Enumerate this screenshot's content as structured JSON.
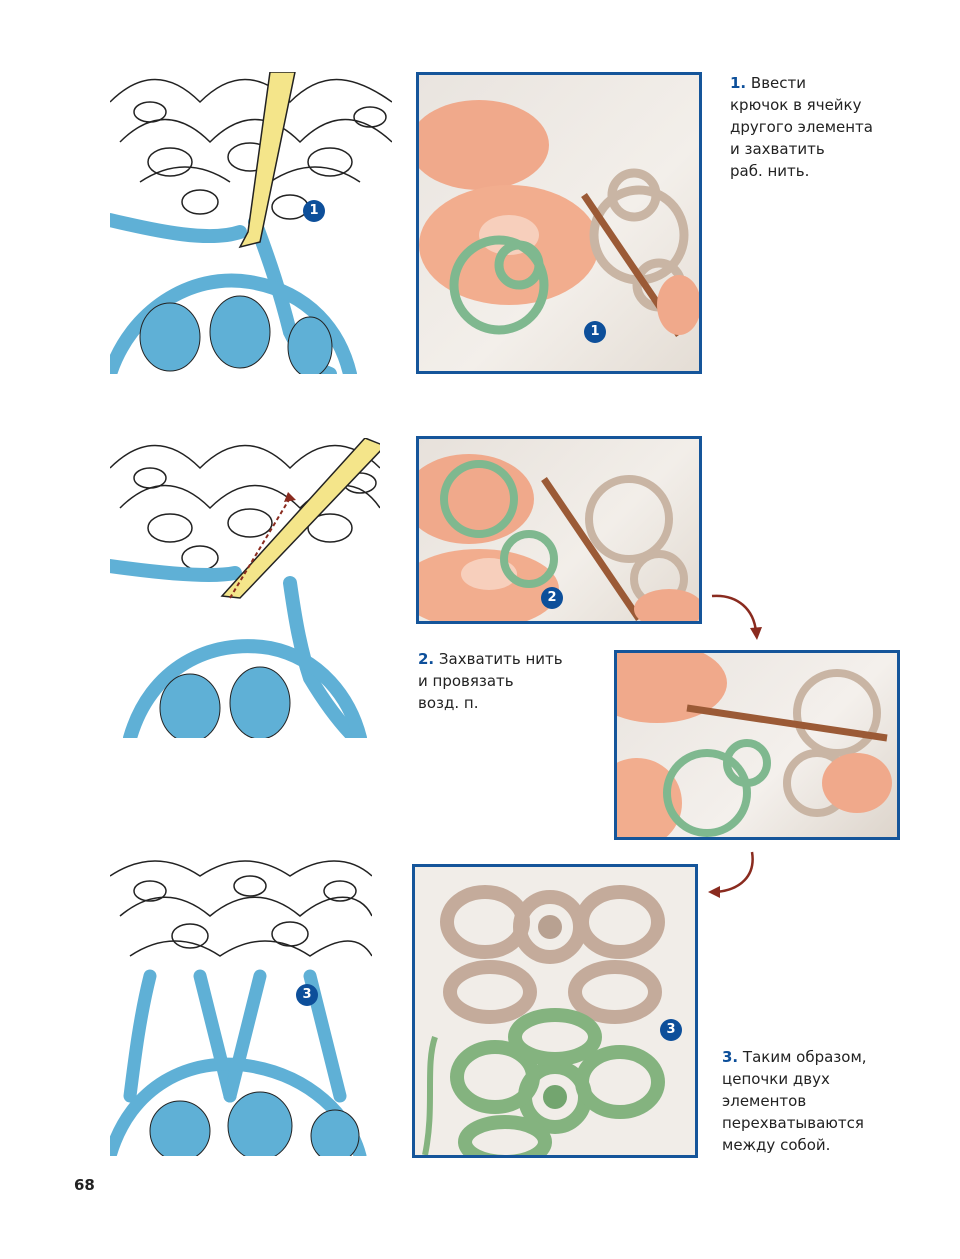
{
  "steps": [
    {
      "num": "1.",
      "lines": [
        "Ввести",
        "крючок в ячейку",
        "другого элемента",
        "и захватить",
        "раб. нить."
      ],
      "badge": "1"
    },
    {
      "num": "2.",
      "lines": [
        "Захватить нить",
        "и провязать",
        "возд. п."
      ],
      "badge": "2"
    },
    {
      "num": "3.",
      "lines": [
        "Таким образом,",
        "цепочки двух",
        "элементов",
        "перехватываются",
        "между собой."
      ],
      "badge": "3"
    }
  ],
  "page_number": "68",
  "colors": {
    "accent": "#0d4f9a",
    "frame": "#15559a",
    "yarn_blue": "#5fb0d6",
    "yarn_green": "#7fb88f",
    "yarn_beige": "#c9b5a4",
    "arrow": "#8a2b1f"
  }
}
